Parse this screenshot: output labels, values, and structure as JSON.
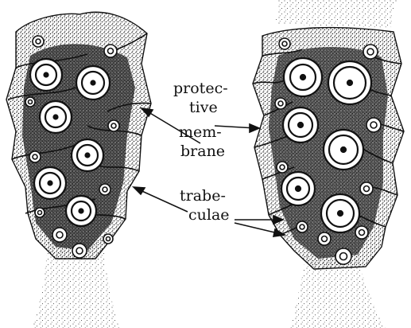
{
  "labels": {
    "protective_line1": "protec-",
    "protective_line2": "tive",
    "membrane_line1": "mem-",
    "membrane_line2": "brane",
    "trabeculae_line1": "trabe-",
    "trabeculae_line2": "culae"
  },
  "colors": {
    "ink": "#111111",
    "paper": "#ffffff"
  }
}
